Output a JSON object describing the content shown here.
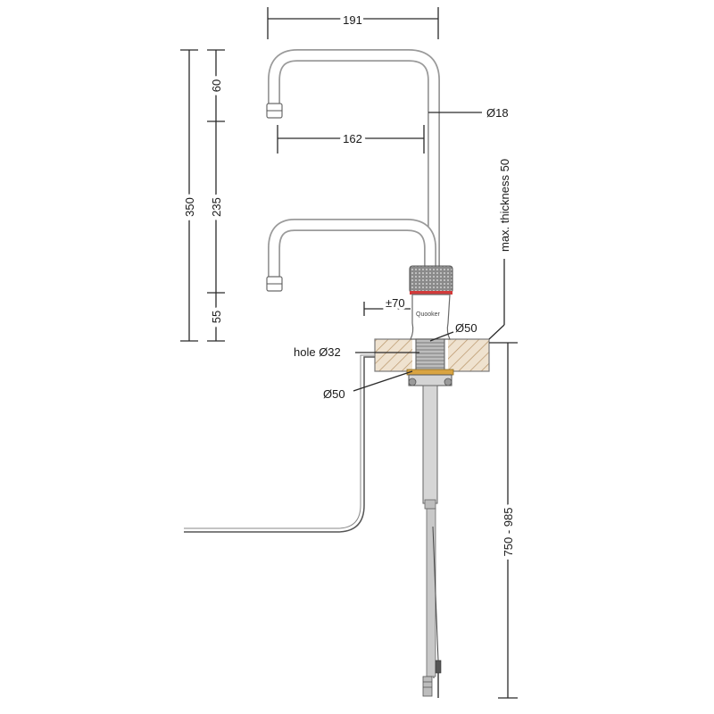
{
  "labels": {
    "width_top": "191",
    "reach": "162",
    "pipe_diameter": "Ø18",
    "max_thickness": "max. thickness 50",
    "rotation": "±70",
    "base_diameter_top": "Ø50",
    "hole": "hole Ø32",
    "base_diameter_bottom": "Ø50",
    "total_height": "350",
    "segment_top": "60",
    "segment_middle": "235",
    "segment_bottom": "55",
    "below_counter": "750 - 985",
    "brand": "Quooker"
  },
  "colors": {
    "outline": "#2a2a2a",
    "tap_body": "#9a9a9a",
    "wood_hatch": "#c8a982",
    "washer": "#d9a441",
    "red_ring": "#d23a3a"
  }
}
